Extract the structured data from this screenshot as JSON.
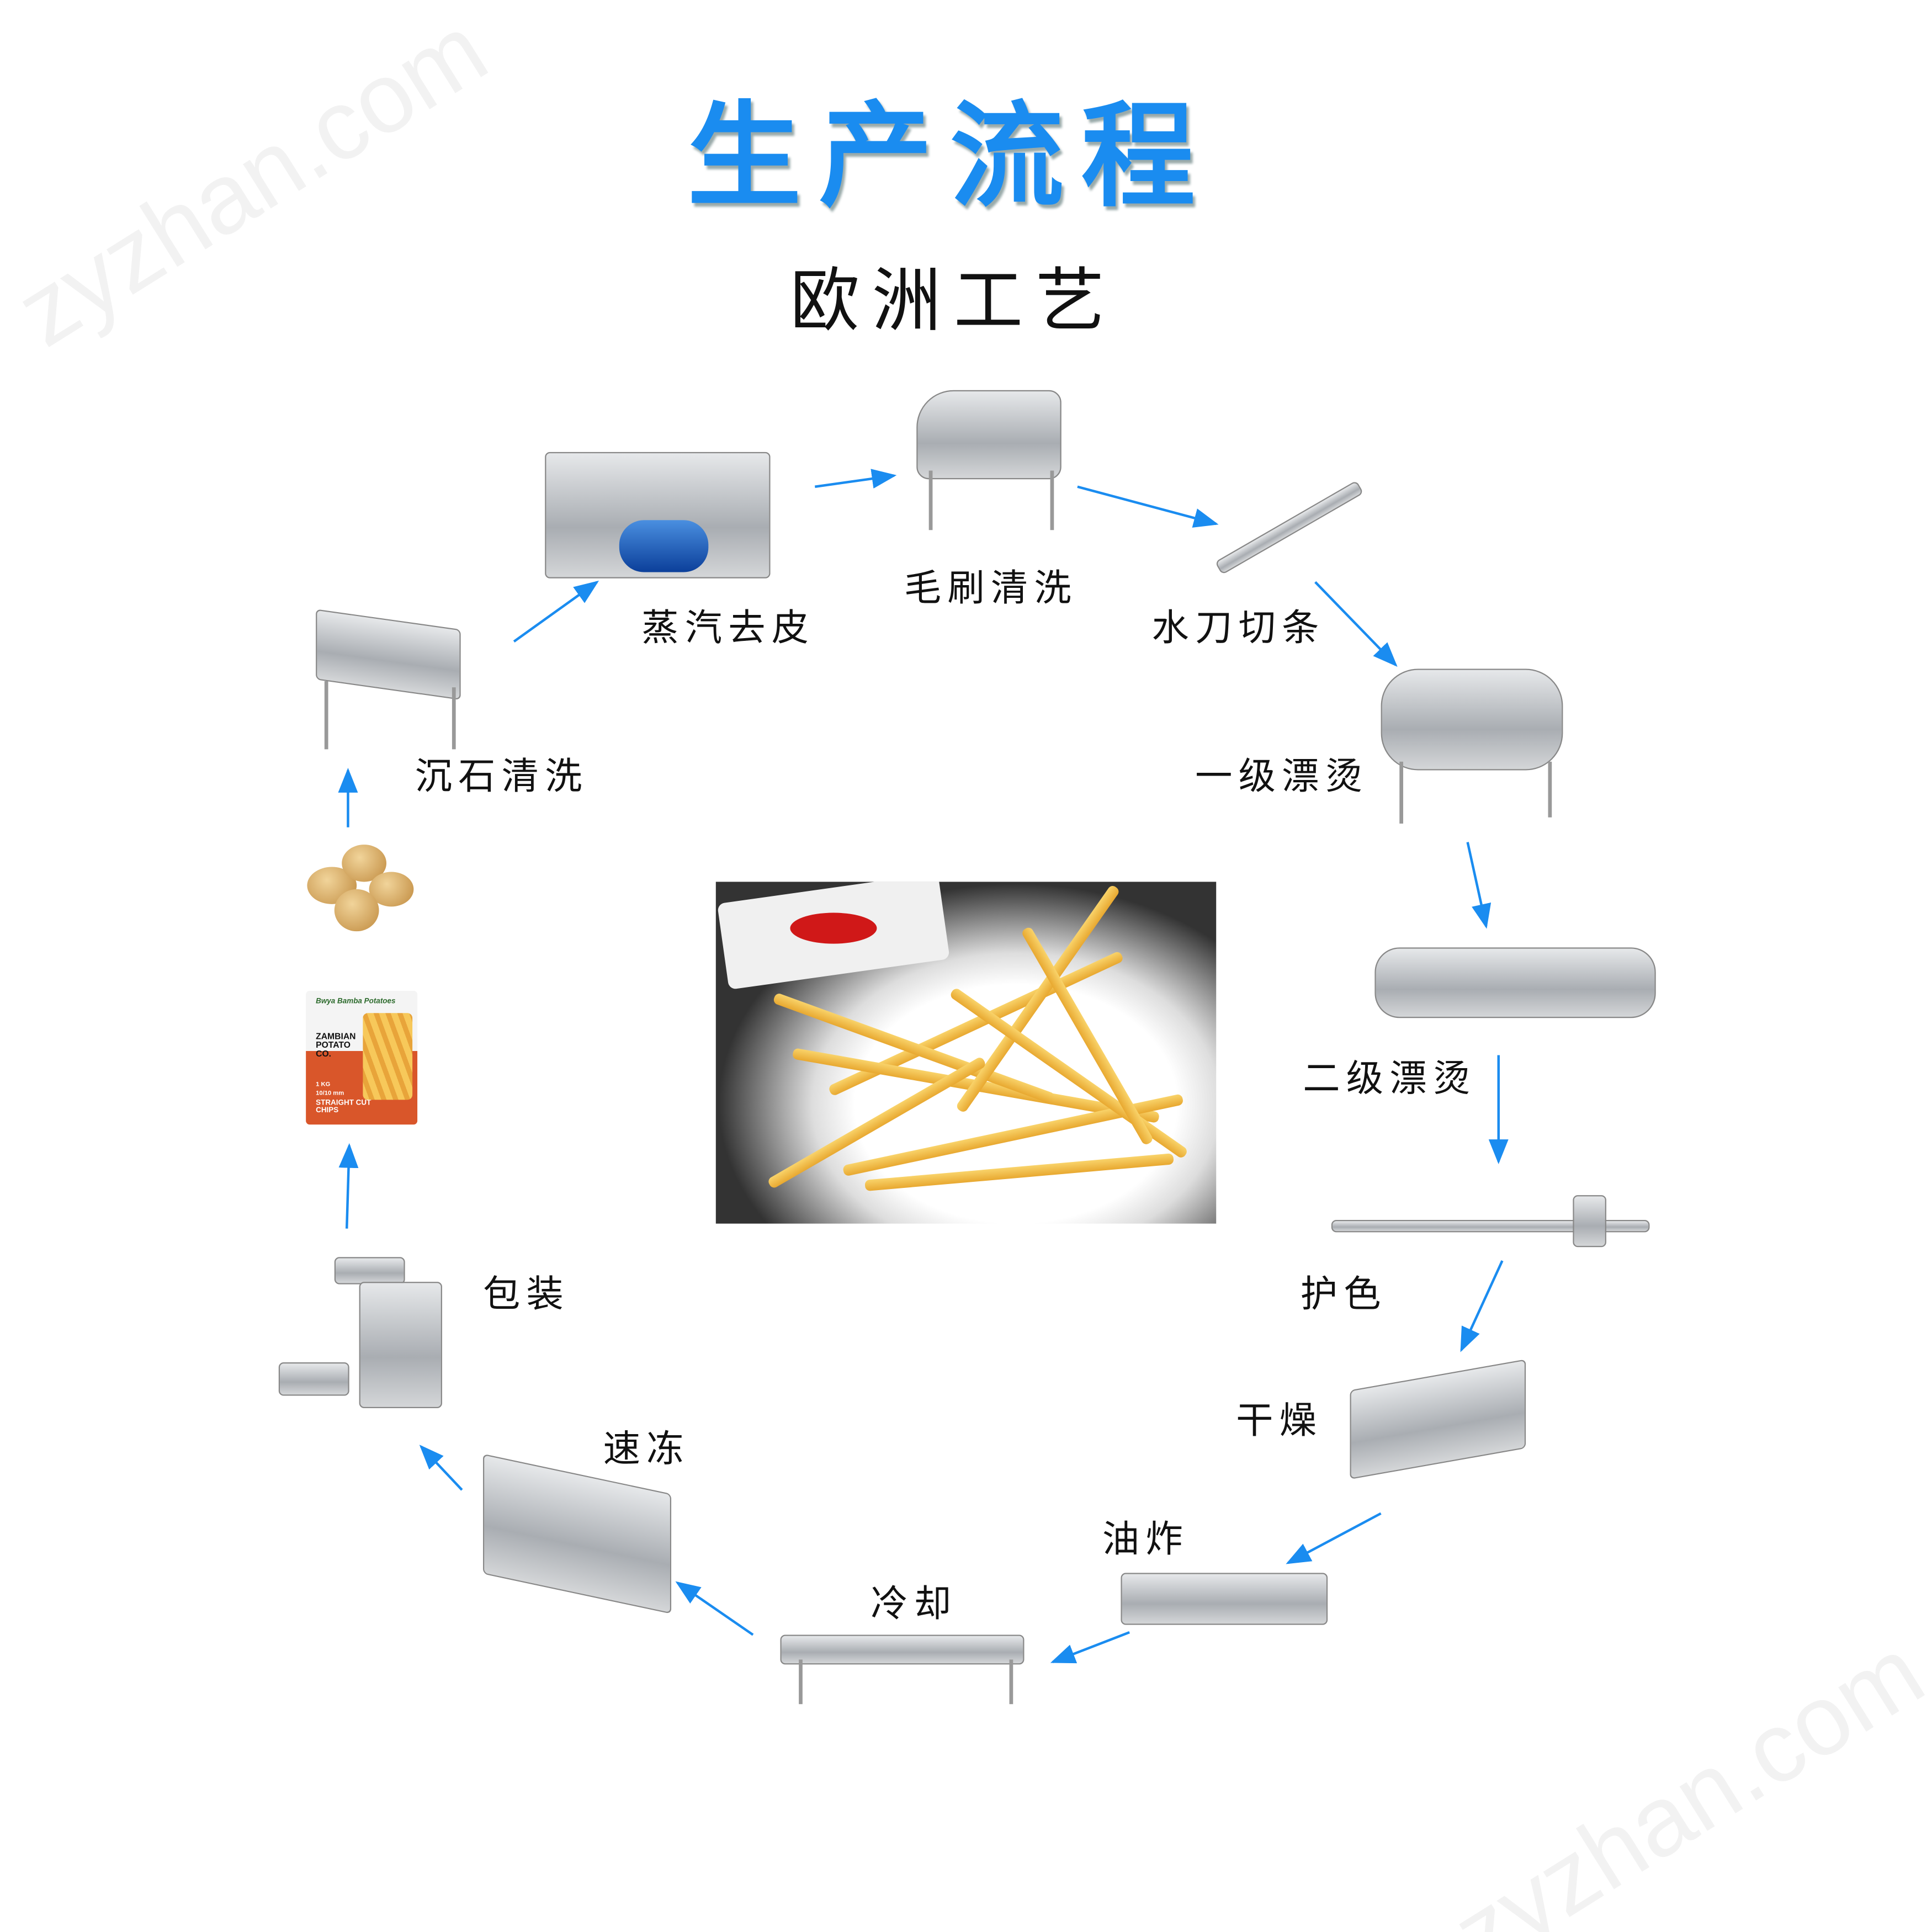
{
  "title": "生产流程",
  "subtitle": "欧洲工艺",
  "watermark": "zyzhan.com",
  "accent_color": "#1a8cf0",
  "steps": [
    {
      "label": "沉石清洗"
    },
    {
      "label": "蒸汽去皮"
    },
    {
      "label": "毛刷清洗"
    },
    {
      "label": "水刀切条"
    },
    {
      "label": "一级漂烫"
    },
    {
      "label": "二级漂烫"
    },
    {
      "label": "护色"
    },
    {
      "label": "干燥"
    },
    {
      "label": "油炸"
    },
    {
      "label": "冷却"
    },
    {
      "label": "速冻"
    },
    {
      "label": "包装"
    }
  ],
  "package": {
    "brand": "Bwya Bamba Potatoes",
    "company": "ZAMBIAN POTATO CO.",
    "weight": "1 KG",
    "size": "10/10 mm",
    "product": "STRAIGHT CUT CHIPS"
  }
}
